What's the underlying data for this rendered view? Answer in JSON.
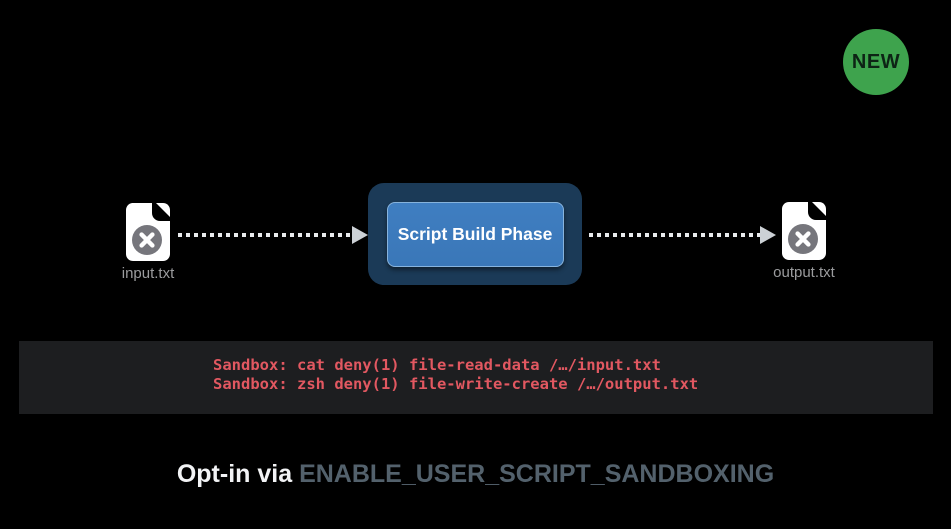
{
  "badge": {
    "label": "NEW"
  },
  "diagram": {
    "input_file": {
      "label": "input.txt"
    },
    "output_file": {
      "label": "output.txt"
    },
    "process_box": {
      "label": "Script Build Phase"
    }
  },
  "console": {
    "lines": [
      "Sandbox: cat deny(1) file-read-data /…/input.txt",
      "Sandbox: zsh deny(1) file-write-create /…/output.txt"
    ]
  },
  "footer": {
    "prefix": "Opt-in via ",
    "setting": "ENABLE_USER_SCRIPT_SANDBOXING"
  },
  "colors": {
    "badge_green": "#3EA34D",
    "box_navy": "#1B3A57",
    "button_blue": "#3F7EC1",
    "console_red": "#E25861",
    "setting_gray": "#53616C"
  }
}
